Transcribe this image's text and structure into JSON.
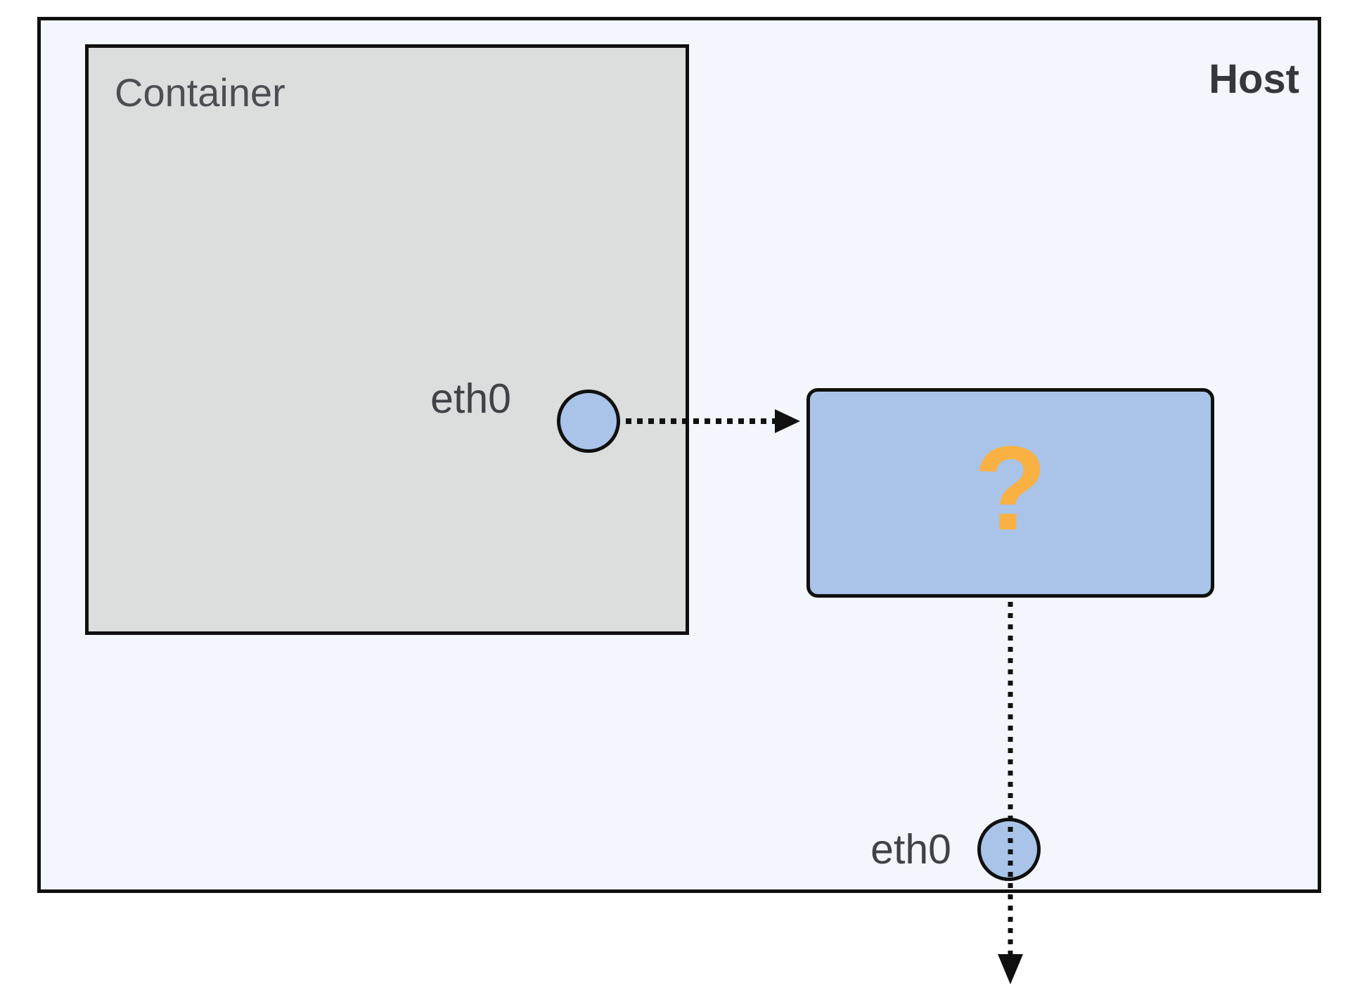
{
  "diagram": {
    "host": {
      "label": "Host"
    },
    "container": {
      "label": "Container"
    },
    "container_interface": {
      "label": "eth0"
    },
    "host_interface": {
      "label": "eth0"
    },
    "mystery_node": {
      "symbol": "?"
    },
    "edges": [
      {
        "from": "container-eth0-port",
        "to": "mystery-node",
        "style": "dotted",
        "arrowhead": "right"
      },
      {
        "from": "mystery-node",
        "through": "host-eth0-port",
        "to": "outside-host",
        "style": "dotted",
        "arrowhead": "down"
      }
    ],
    "colors": {
      "host_fill": "#f3f6fc",
      "container_fill": "#dcdddd",
      "node_fill": "#a9c4e8",
      "question_mark": "#f9b143",
      "border": "#101010",
      "label_text": "#3f4347"
    }
  }
}
